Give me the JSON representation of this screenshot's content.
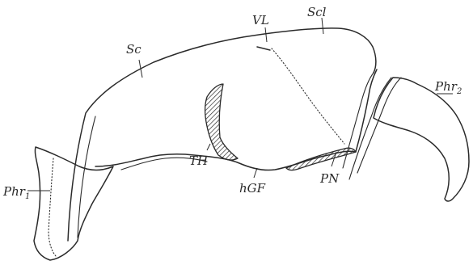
{
  "labels": {
    "sc": "Sc",
    "vl": "VL",
    "scl": "Scl",
    "phr1_main": "Phr",
    "phr1_sub": "1",
    "phr2_main": "Phr",
    "phr2_sub": "2",
    "th": "TH",
    "hgf": "hGF",
    "pn": "PN"
  }
}
